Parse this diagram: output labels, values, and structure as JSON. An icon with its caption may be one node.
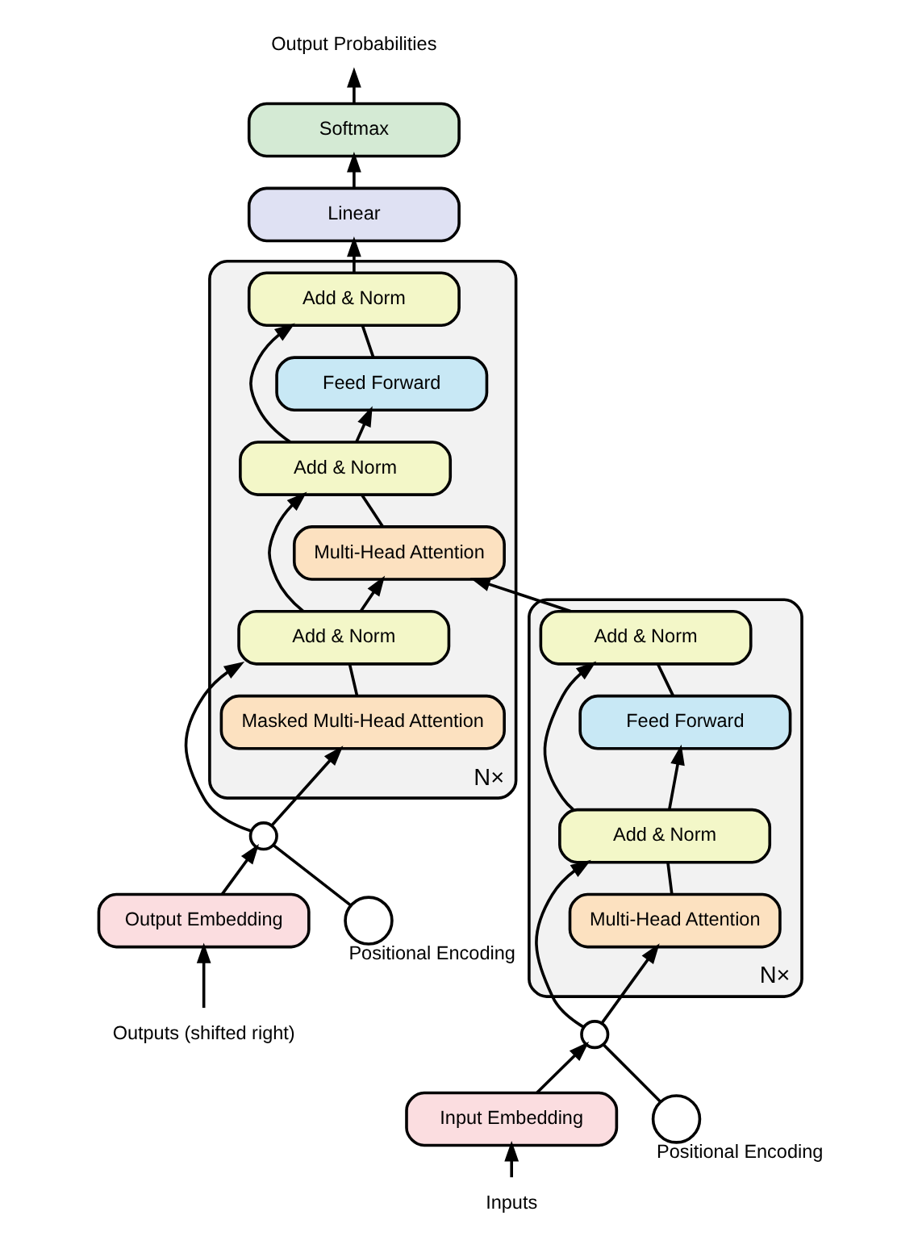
{
  "diagram": {
    "nodes": [
      {
        "text": [],
        "shape": "box",
        "beside": [
          "N×"
        ]
      },
      {
        "text": [
          "Add & Norm"
        ],
        "in": 0
      },
      {
        "text": [
          "Feed Forward"
        ],
        "in": 0
      },
      {
        "text": [
          "Add & Norm"
        ],
        "in": 0
      },
      {
        "text": [
          "Multi-Head Attention"
        ],
        "in": 0
      },
      {
        "text": [],
        "shape": "circle",
        "beside": [
          "Positional Encoding"
        ]
      },
      {
        "text": [],
        "shape": "circle"
      },
      {
        "text": [
          "Input Embedding"
        ]
      },
      {
        "text": [
          "Inputs"
        ]
      },
      {
        "text": [],
        "shape": "box",
        "beside": [
          "N×"
        ]
      },
      {
        "text": [
          "Add & Norm"
        ],
        "in": 9
      },
      {
        "text": [
          "Feed Forward"
        ],
        "in": 9
      },
      {
        "text": [
          "Add & Norm"
        ],
        "in": 9
      },
      {
        "text": [
          "Multi-Head Attention"
        ],
        "in": 9
      },
      {
        "text": [
          "Add & Norm"
        ],
        "in": 9
      },
      {
        "text": [
          "Masked Multi-Head Attention"
        ],
        "in": 9
      },
      {
        "text": [],
        "shape": "circle"
      },
      {
        "text": [],
        "shape": "circle",
        "beside": [
          "Positional Encoding"
        ]
      },
      {
        "text": [
          "Output Embedding"
        ]
      },
      {
        "text": [
          "Outputs (shifted right)"
        ]
      },
      {
        "text": [
          "Linear"
        ]
      },
      {
        "text": [
          "Softmax"
        ]
      },
      {
        "text": [
          "Output Probabilities"
        ]
      }
    ],
    "edges": [
      {
        "from": 8,
        "to": 7,
        "arrow": "to"
      },
      {
        "from": 7,
        "to": 6,
        "arrow": "to"
      },
      {
        "from": 5,
        "to": 6,
        "arrow": "none"
      },
      {
        "from": 6,
        "to": 4,
        "arrow": "to"
      },
      {
        "from": 6,
        "to": 3,
        "arrow": "to"
      },
      {
        "from": 4,
        "to": 3,
        "arrow": "none"
      },
      {
        "from": 3,
        "to": 2,
        "arrow": "to"
      },
      {
        "from": 3,
        "to": 1,
        "arrow": "to"
      },
      {
        "from": 2,
        "to": 1,
        "arrow": "none"
      },
      {
        "from": 1,
        "to": 13,
        "arrow": "to"
      },
      {
        "from": 19,
        "to": 18,
        "arrow": "to"
      },
      {
        "from": 18,
        "to": 16,
        "arrow": "to"
      },
      {
        "from": 17,
        "to": 16,
        "arrow": "none"
      },
      {
        "from": 16,
        "to": 15,
        "arrow": "to"
      },
      {
        "from": 16,
        "to": 14,
        "arrow": "to"
      },
      {
        "from": 15,
        "to": 14,
        "arrow": "none"
      },
      {
        "from": 14,
        "to": 13,
        "arrow": "to"
      },
      {
        "from": 14,
        "to": 12,
        "arrow": "to"
      },
      {
        "from": 13,
        "to": 12,
        "arrow": "none"
      },
      {
        "from": 12,
        "to": 11,
        "arrow": "to"
      },
      {
        "from": 12,
        "to": 10,
        "arrow": "to"
      },
      {
        "from": 11,
        "to": 10,
        "arrow": "none"
      },
      {
        "from": 10,
        "to": 20,
        "arrow": "to"
      },
      {
        "from": 20,
        "to": 21,
        "arrow": "to"
      },
      {
        "from": 21,
        "to": 22,
        "arrow": "to"
      }
    ]
  }
}
